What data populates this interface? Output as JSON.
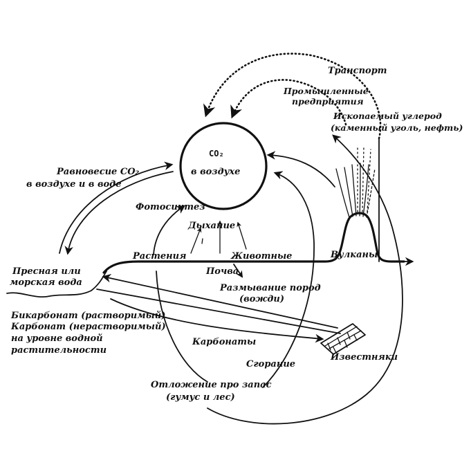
{
  "labels": {
    "transport": "Транспорт",
    "industry_1": "Промышленные",
    "industry_2": "предприятия",
    "fossil_1": "Ископаемый углерод",
    "fossil_2": "(каменный уголь, нефть)",
    "co2_1": "CO₂",
    "co2_2": "в воздухе",
    "equilibrium_1": "Равновесие CO₂",
    "equilibrium_2": "в воздухе и в воде",
    "photosynthesis": "Фотосинтез",
    "respiration": "Дыхание",
    "plants": "Растения",
    "animals": "Животные",
    "volcanoes": "Вулканы",
    "water_1": "Пресная или",
    "water_2": "морская вода",
    "soil": "Почва",
    "weathering_1": "Размывание пород",
    "weathering_2": "(вожди)",
    "bicarb_1": "Бикарбонат (растворимый)",
    "bicarb_2": "Карбонат (нерастворимый)",
    "bicarb_3": "на уровне водной",
    "bicarb_4": "растительности",
    "carbonates": "Карбонаты",
    "limestone": "Известняки",
    "combustion": "Сгорание",
    "deposit_1": "Отложение про запас",
    "deposit_2": "(гумус и лес)"
  },
  "colors": {
    "ink": "#111111",
    "paper": "#ffffff"
  }
}
